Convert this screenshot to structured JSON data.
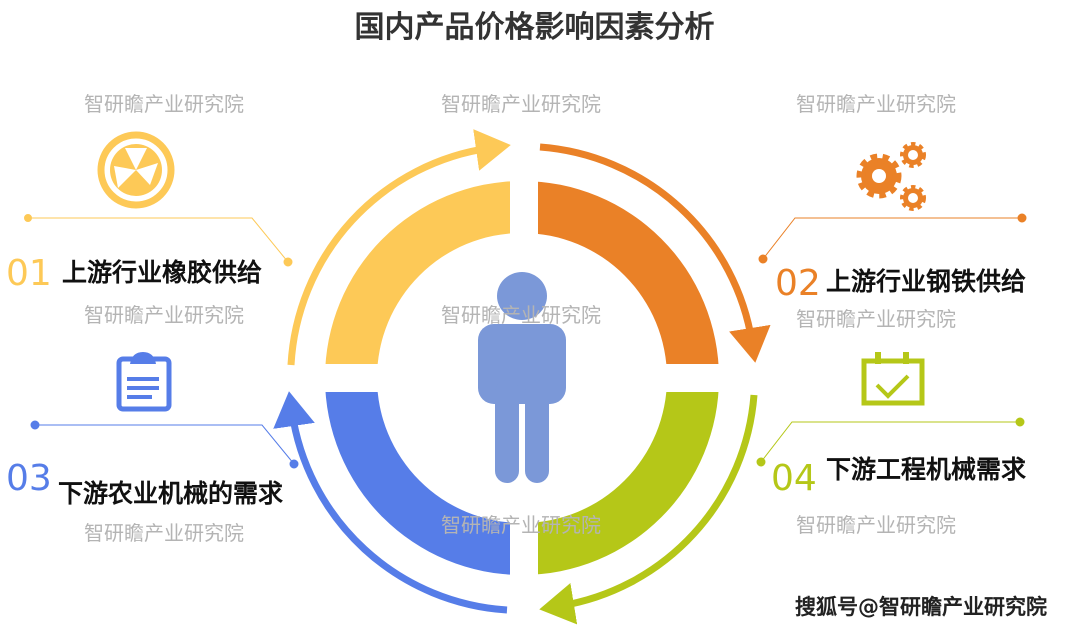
{
  "title": "国内产品价格影响因素分析",
  "watermark": "智研瞻产业研究院",
  "footer": "搜狐号@智研瞻产业研究院",
  "factors": [
    {
      "num": "01",
      "label": "上游行业橡胶供给",
      "color": "#FDC957",
      "icon": "aperture-icon"
    },
    {
      "num": "02",
      "label": "上游行业钢铁供给",
      "color": "#EA8127",
      "icon": "gears-icon"
    },
    {
      "num": "03",
      "label": "下游农业机械的需求",
      "color": "#567DE8",
      "icon": "clipboard-icon"
    },
    {
      "num": "04",
      "label": "下游工程机械需求",
      "color": "#B5C718",
      "icon": "calendar-check-icon"
    }
  ],
  "person_color": "#7B98D8"
}
